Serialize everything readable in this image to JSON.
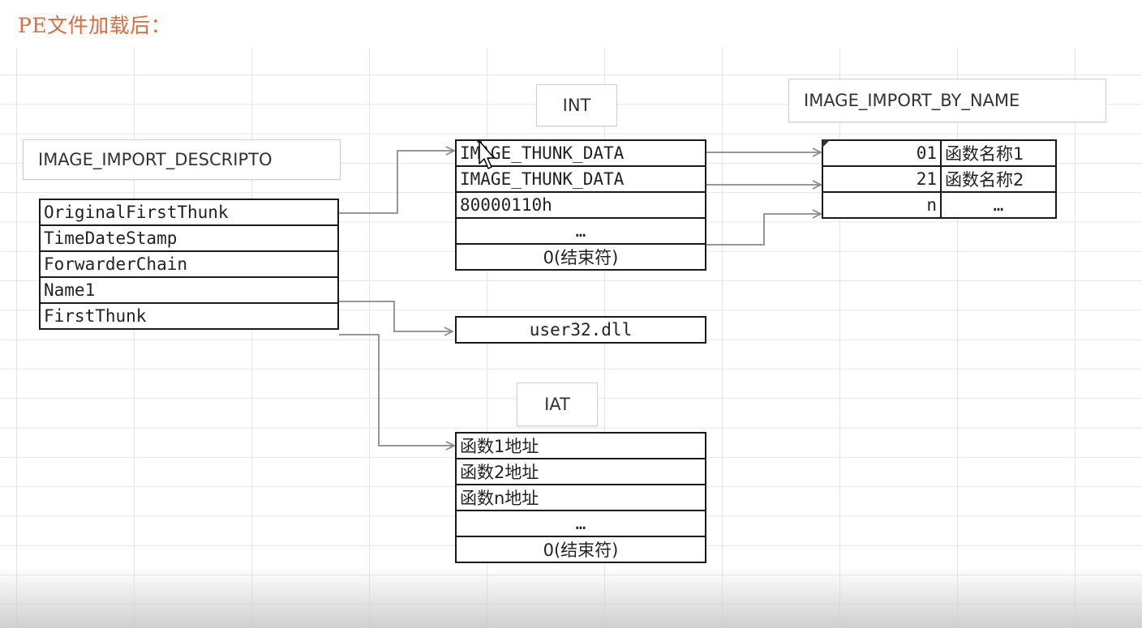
{
  "title": "PE文件加载后：",
  "labels": {
    "descriptor": "IMAGE_IMPORT_DESCRIPTO",
    "int": "INT",
    "by_name": "IMAGE_IMPORT_BY_NAME",
    "iat": "IAT"
  },
  "descriptor_rows": [
    "OriginalFirstThunk",
    "TimeDateStamp",
    "ForwarderChain",
    "Name1",
    "FirstThunk"
  ],
  "int_rows": [
    "IMAGE_THUNK_DATA",
    "IMAGE_THUNK_DATA",
    "80000110h",
    "…",
    "0(结束符)"
  ],
  "dll_name": "user32.dll",
  "by_name_rows": [
    {
      "hint": "01",
      "name": "函数名称1"
    },
    {
      "hint": "21",
      "name": "函数名称2"
    },
    {
      "hint": "n",
      "name": "…"
    }
  ],
  "iat_rows": [
    "函数1地址",
    "函数2地址",
    "函数n地址",
    "…",
    "0(结束符)"
  ],
  "colors": {
    "title": "#e06a3c",
    "border": "#1a1a1a",
    "arrow": "#8a8a8a"
  }
}
